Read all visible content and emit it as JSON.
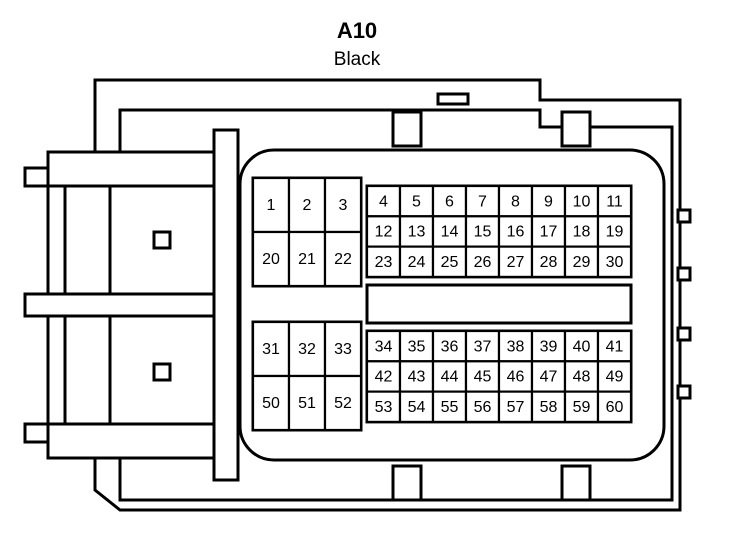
{
  "connector": {
    "id": "A10",
    "color_name": "Black"
  },
  "blocks": {
    "upper_left": [
      [
        "1",
        "2",
        "3"
      ],
      [
        "20",
        "21",
        "22"
      ]
    ],
    "upper_right": [
      [
        "4",
        "5",
        "6",
        "7",
        "8",
        "9",
        "10",
        "11"
      ],
      [
        "12",
        "13",
        "14",
        "15",
        "16",
        "17",
        "18",
        "19"
      ],
      [
        "23",
        "24",
        "25",
        "26",
        "27",
        "28",
        "29",
        "30"
      ]
    ],
    "lower_left": [
      [
        "31",
        "32",
        "33"
      ],
      [
        "50",
        "51",
        "52"
      ]
    ],
    "lower_right": [
      [
        "34",
        "35",
        "36",
        "37",
        "38",
        "39",
        "40",
        "41"
      ],
      [
        "42",
        "43",
        "44",
        "45",
        "46",
        "47",
        "48",
        "49"
      ],
      [
        "53",
        "54",
        "55",
        "56",
        "57",
        "58",
        "59",
        "60"
      ]
    ]
  }
}
